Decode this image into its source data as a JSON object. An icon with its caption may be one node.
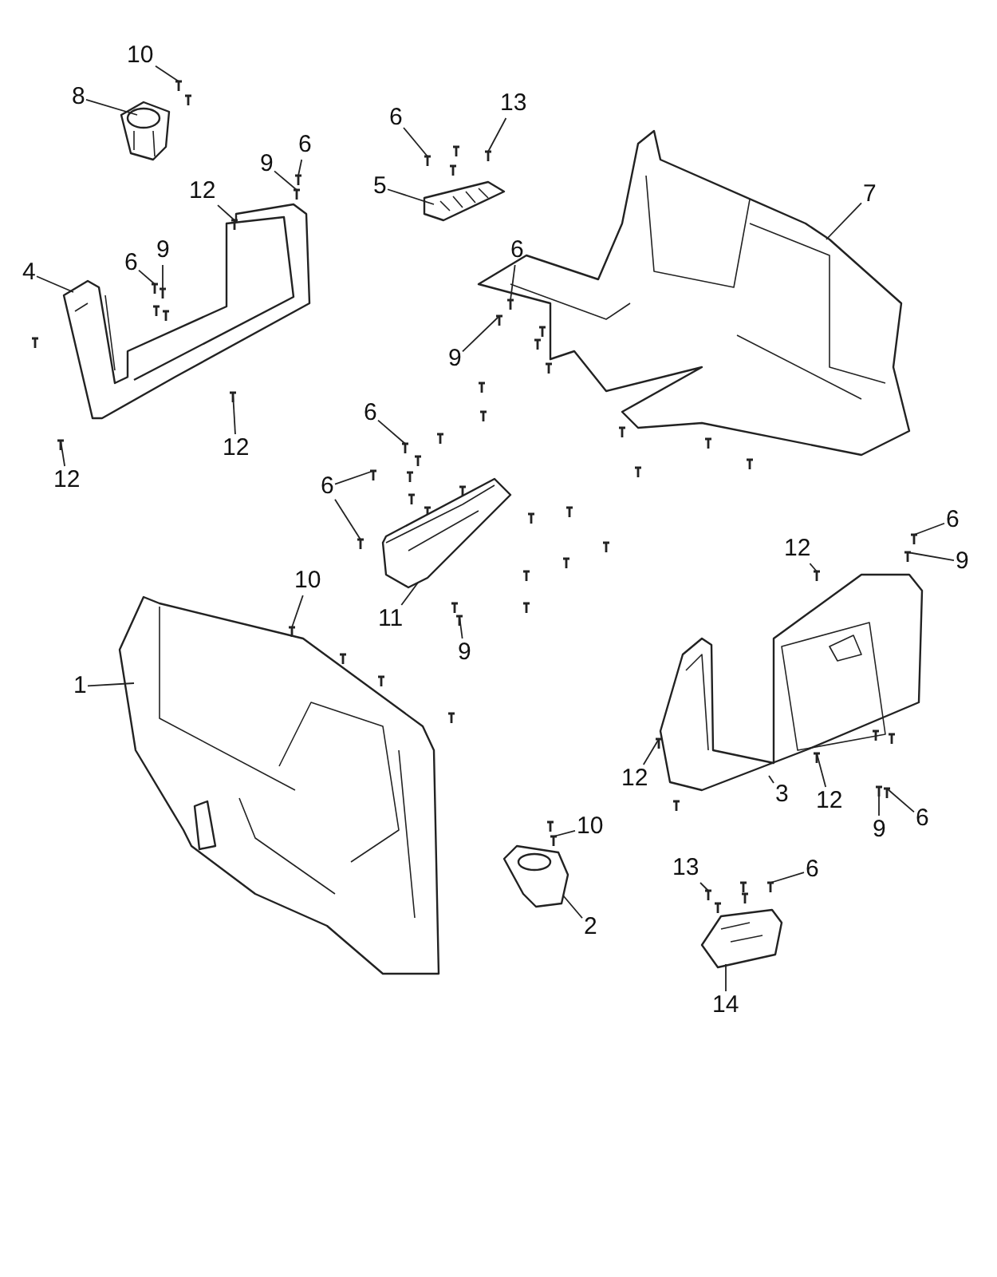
{
  "diagram": {
    "nodes": [
      {
        "text": [
          "10"
        ]
      },
      {
        "text": [
          "8"
        ]
      },
      {
        "text": [
          "6"
        ]
      },
      {
        "text": [
          "13"
        ]
      },
      {
        "text": [
          "9"
        ]
      },
      {
        "text": [
          "6"
        ]
      },
      {
        "text": [
          "5"
        ]
      },
      {
        "text": [
          "12"
        ]
      },
      {
        "text": [
          "7"
        ]
      },
      {
        "text": [
          "6"
        ]
      },
      {
        "text": [
          "6"
        ]
      },
      {
        "text": [
          "9"
        ]
      },
      {
        "text": [
          "4"
        ]
      },
      {
        "text": [
          "9"
        ]
      },
      {
        "text": [
          "12"
        ]
      },
      {
        "text": [
          "12"
        ]
      },
      {
        "text": [
          "6"
        ]
      },
      {
        "text": [
          "6"
        ]
      },
      {
        "text": [
          "10"
        ]
      },
      {
        "text": [
          "11"
        ]
      },
      {
        "text": [
          "9"
        ]
      },
      {
        "text": [
          "1"
        ]
      },
      {
        "text": [
          "12"
        ]
      },
      {
        "text": [
          "6"
        ]
      },
      {
        "text": [
          "9"
        ]
      },
      {
        "text": [
          "12"
        ]
      },
      {
        "text": [
          "3"
        ]
      },
      {
        "text": [
          "12"
        ]
      },
      {
        "text": [
          "9"
        ]
      },
      {
        "text": [
          "6"
        ]
      },
      {
        "text": [
          "10"
        ]
      },
      {
        "text": [
          "2"
        ]
      },
      {
        "text": [
          "13"
        ]
      },
      {
        "text": [
          "6"
        ]
      },
      {
        "text": [
          "14"
        ]
      },
      {
        "text": [],
        "shape": "picture"
      },
      {
        "text": [],
        "shape": "picture"
      },
      {
        "text": [],
        "shape": "picture"
      },
      {
        "text": [],
        "shape": "picture"
      },
      {
        "text": [],
        "shape": "picture"
      },
      {
        "text": [],
        "shape": "picture"
      },
      {
        "text": [],
        "shape": "picture"
      },
      {
        "text": [],
        "shape": "picture"
      },
      {
        "text": [],
        "shape": "picture"
      },
      {
        "text": [],
        "shape": "picture"
      },
      {
        "text": [],
        "shape": "picture"
      },
      {
        "text": [],
        "shape": "picture"
      },
      {
        "text": [],
        "shape": "picture"
      },
      {
        "text": [],
        "shape": "picture"
      },
      {
        "text": [],
        "shape": "picture"
      },
      {
        "text": [],
        "shape": "picture"
      },
      {
        "text": [],
        "shape": "picture"
      },
      {
        "text": [],
        "shape": "picture"
      },
      {
        "text": [],
        "shape": "picture"
      },
      {
        "text": [],
        "shape": "picture"
      },
      {
        "text": [],
        "shape": "picture"
      },
      {
        "text": [],
        "shape": "picture"
      },
      {
        "text": [],
        "shape": "picture"
      },
      {
        "text": [],
        "shape": "picture"
      },
      {
        "text": [],
        "shape": "picture"
      },
      {
        "text": [],
        "shape": "picture"
      },
      {
        "text": [],
        "shape": "picture"
      },
      {
        "text": [],
        "shape": "picture"
      },
      {
        "text": [],
        "shape": "picture"
      },
      {
        "text": [],
        "shape": "picture"
      },
      {
        "text": [],
        "shape": "picture"
      },
      {
        "text": [],
        "shape": "picture"
      },
      {
        "text": [],
        "shape": "picture"
      },
      {
        "text": [],
        "shape": "picture"
      },
      {
        "text": [],
        "shape": "picture"
      },
      {
        "text": [],
        "shape": "picture"
      }
    ],
    "edges": [
      {
        "from": 0,
        "to": 35,
        "arrow": "none"
      },
      {
        "from": 1,
        "to": 36,
        "arrow": "none"
      },
      {
        "from": 2,
        "to": 37,
        "arrow": "none"
      },
      {
        "from": 3,
        "to": 38,
        "arrow": "none"
      },
      {
        "from": 4,
        "to": 39,
        "arrow": "none"
      },
      {
        "from": 5,
        "to": 40,
        "arrow": "none"
      },
      {
        "from": 6,
        "to": 41,
        "arrow": "none"
      },
      {
        "from": 7,
        "to": 42,
        "arrow": "none"
      },
      {
        "from": 8,
        "to": 43,
        "arrow": "none"
      },
      {
        "from": 9,
        "to": 44,
        "arrow": "none"
      },
      {
        "from": 10,
        "to": 45,
        "arrow": "none"
      },
      {
        "from": 11,
        "to": 46,
        "arrow": "none"
      },
      {
        "from": 12,
        "to": 47,
        "arrow": "none"
      },
      {
        "from": 13,
        "to": 48,
        "arrow": "none"
      },
      {
        "from": 14,
        "to": 49,
        "arrow": "none"
      },
      {
        "from": 15,
        "to": 50,
        "arrow": "none"
      },
      {
        "from": 16,
        "to": 51,
        "arrow": "none"
      },
      {
        "from": 17,
        "to": 52,
        "arrow": "none"
      },
      {
        "from": 17,
        "to": 53,
        "arrow": "none"
      },
      {
        "from": 18,
        "to": 54,
        "arrow": "none"
      },
      {
        "from": 19,
        "to": 55,
        "arrow": "none"
      },
      {
        "from": 20,
        "to": 56,
        "arrow": "none"
      },
      {
        "from": 21,
        "to": 57,
        "arrow": "none"
      },
      {
        "from": 22,
        "to": 58,
        "arrow": "none"
      },
      {
        "from": 23,
        "to": 59,
        "arrow": "none"
      },
      {
        "from": 24,
        "to": 60,
        "arrow": "none"
      },
      {
        "from": 25,
        "to": 61,
        "arrow": "none"
      },
      {
        "from": 26,
        "to": 62,
        "arrow": "none"
      },
      {
        "from": 27,
        "to": 63,
        "arrow": "none"
      },
      {
        "from": 28,
        "to": 64,
        "arrow": "none"
      },
      {
        "from": 29,
        "to": 65,
        "arrow": "none"
      },
      {
        "from": 30,
        "to": 66,
        "arrow": "none"
      },
      {
        "from": 31,
        "to": 67,
        "arrow": "none"
      },
      {
        "from": 32,
        "to": 68,
        "arrow": "none"
      },
      {
        "from": 33,
        "to": 69,
        "arrow": "none"
      },
      {
        "from": 34,
        "to": 70,
        "arrow": "none"
      }
    ]
  }
}
